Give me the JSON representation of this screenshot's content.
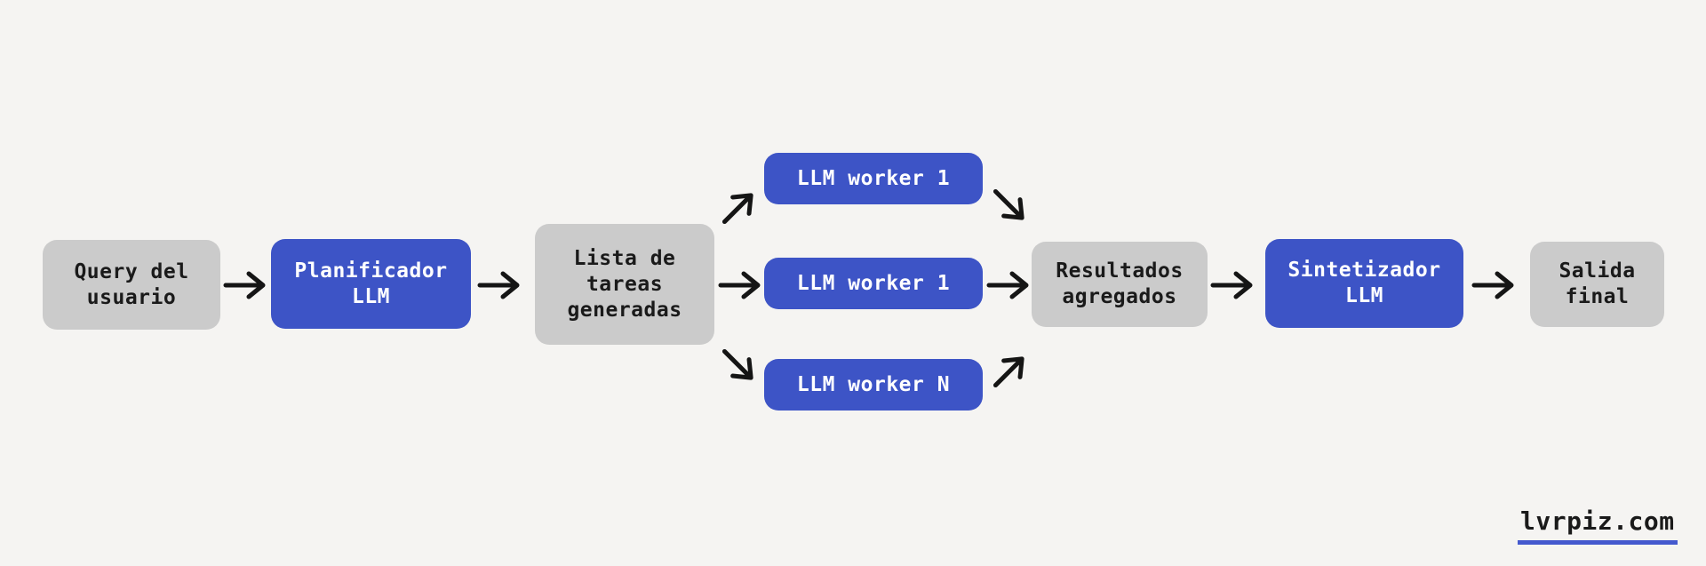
{
  "page": {
    "background": "#f5f4f2"
  },
  "colors": {
    "accent_blue": "#3d54c6",
    "node_gray": "#cbcbcb",
    "text_dark": "#1a1a1a",
    "text_light": "#ffffff",
    "arrow_black": "#151515",
    "underline_blue": "#4459ce"
  },
  "diagram": {
    "nodes": [
      {
        "id": "user-query",
        "label": "Query del\nusuario",
        "style": "gray"
      },
      {
        "id": "planner-llm",
        "label": "Planificador\nLLM",
        "style": "blue"
      },
      {
        "id": "task-list",
        "label": "Lista de\ntareas\ngeneradas",
        "style": "gray"
      },
      {
        "id": "worker-1",
        "label": "LLM worker 1",
        "style": "blue"
      },
      {
        "id": "worker-2",
        "label": "LLM worker 1",
        "style": "blue"
      },
      {
        "id": "worker-n",
        "label": "LLM worker N",
        "style": "blue"
      },
      {
        "id": "aggregated-results",
        "label": "Resultados\nagregados",
        "style": "gray"
      },
      {
        "id": "synthesizer-llm",
        "label": "Sintetizador\nLLM",
        "style": "blue"
      },
      {
        "id": "final-output",
        "label": "Salida\nfinal",
        "style": "gray"
      }
    ],
    "edges": [
      {
        "from": "user-query",
        "to": "planner-llm",
        "direction": "right"
      },
      {
        "from": "planner-llm",
        "to": "task-list",
        "direction": "right"
      },
      {
        "from": "task-list",
        "to": "worker-1",
        "direction": "up-right"
      },
      {
        "from": "task-list",
        "to": "worker-2",
        "direction": "right"
      },
      {
        "from": "task-list",
        "to": "worker-n",
        "direction": "down-right"
      },
      {
        "from": "worker-1",
        "to": "aggregated-results",
        "direction": "down-right"
      },
      {
        "from": "worker-2",
        "to": "aggregated-results",
        "direction": "right"
      },
      {
        "from": "worker-n",
        "to": "aggregated-results",
        "direction": "up-right"
      },
      {
        "from": "aggregated-results",
        "to": "synthesizer-llm",
        "direction": "right"
      },
      {
        "from": "synthesizer-llm",
        "to": "final-output",
        "direction": "right"
      }
    ]
  },
  "footer": {
    "watermark": "lvrpiz.com"
  }
}
